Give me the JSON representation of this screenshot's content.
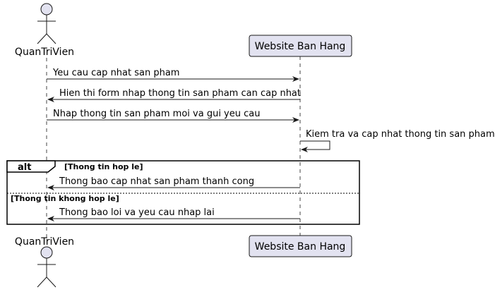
{
  "participants": {
    "actor": {
      "name": "QuanTriVien",
      "icon": "stick-figure-actor-icon"
    },
    "system": {
      "name": "Website Ban Hang"
    }
  },
  "messages": [
    {
      "from": "actor",
      "to": "system",
      "text": "Yeu cau cap nhat san pham"
    },
    {
      "from": "system",
      "to": "actor",
      "text": "Hien thi form nhap thong tin san pham can cap nhat"
    },
    {
      "from": "actor",
      "to": "system",
      "text": "Nhap thong tin san pham moi va gui yeu cau"
    },
    {
      "from": "system",
      "to": "system",
      "text": "Kiem tra va cap nhat thong tin san pham"
    }
  ],
  "alt_fragment": {
    "operator": "alt",
    "branches": [
      {
        "guard": "[Thong tin hop le]",
        "messages": [
          {
            "from": "system",
            "to": "actor",
            "text": "Thong bao cap nhat san pham thanh cong"
          }
        ]
      },
      {
        "guard": "[Thong tin khong hop le]",
        "messages": [
          {
            "from": "system",
            "to": "actor",
            "text": "Thong bao loi va yeu cau nhap lai"
          }
        ]
      }
    ]
  },
  "colors": {
    "participant_fill": "#E2E2F0",
    "participant_border": "#181818",
    "lifeline": "#181818",
    "arrow": "#181818"
  }
}
